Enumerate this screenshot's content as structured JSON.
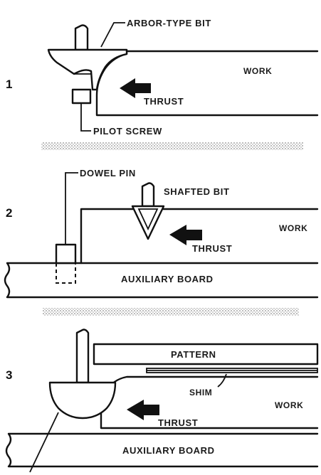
{
  "panels": [
    {
      "number": "1",
      "labels": {
        "bit": "ARBOR-TYPE BIT",
        "work": "WORK",
        "thrust": "THRUST",
        "pilot": "PILOT SCREW"
      }
    },
    {
      "number": "2",
      "labels": {
        "dowel": "DOWEL PIN",
        "bit": "SHAFTED BIT",
        "work": "WORK",
        "thrust": "THRUST",
        "board": "AUXILIARY BOARD"
      }
    },
    {
      "number": "3",
      "labels": {
        "pattern": "PATTERN",
        "shim": "SHIM",
        "work": "WORK",
        "thrust": "THRUST",
        "board": "AUXILIARY BOARD"
      }
    }
  ],
  "colors": {
    "ink": "#111111",
    "stipple": "#9a9a9a",
    "background": "#ffffff"
  }
}
